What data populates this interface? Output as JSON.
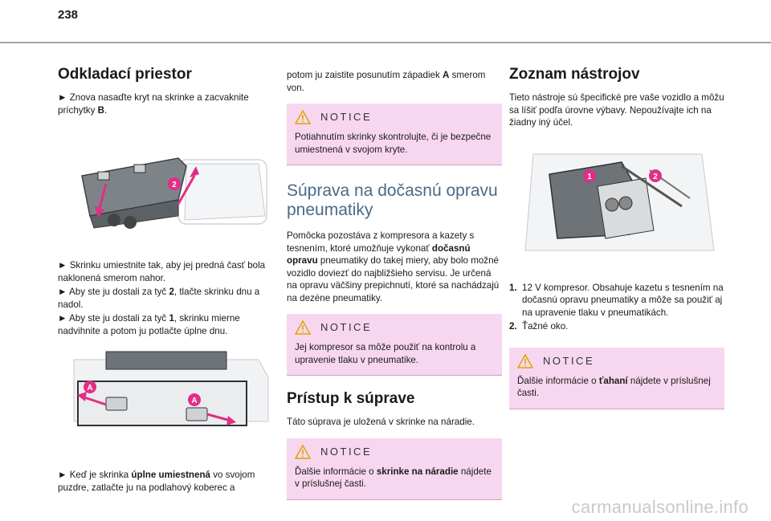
{
  "page_number": "238",
  "col1": {
    "heading": "Odkladací priestor",
    "p1_a": "► Znova nasaďte kryt na skrinke a zacvaknite príchytky ",
    "p1_b": "B",
    "p1_c": ".",
    "figure1_labels": [
      "2"
    ],
    "p2": "► Skrinku umiestnite tak, aby jej predná časť bola naklonená smerom nahor.",
    "p3_a": "► Aby ste ju dostali za tyč ",
    "p3_b": "2",
    "p3_c": ", tlačte skrinku dnu a nadol.",
    "p4_a": "► Aby ste ju dostali za tyč ",
    "p4_b": "1",
    "p4_c": ", skrinku mierne nadvihnite a potom ju potlačte úplne dnu.",
    "figure2_labels": [
      "A",
      "A"
    ],
    "p5_a": "► Keď je skrinka ",
    "p5_b": "úplne umiestnená",
    "p5_c": " vo svojom puzdre, zatlačte ju na podlahový koberec a"
  },
  "col2": {
    "p1_a": "potom ju zaistite posunutím západiek ",
    "p1_b": "A",
    "p1_c": " smerom von.",
    "notice1_title": "NOTICE",
    "notice1_text": "Potiahnutím skrinky skontrolujte, či je bezpečne umiestnená v svojom kryte.",
    "heading_light": "Súprava na dočasnú opravu pneumatiky",
    "p2_a": "Pomôcka pozostáva z kompresora a kazety s tesnením, ktoré umožňuje vykonať ",
    "p2_b": "dočasnú opravu",
    "p2_c": " pneumatiky do takej miery, aby bolo možné vozidlo doviezť do najbližšieho servisu. Je určená na opravu väčšiny prepichnutí, ktoré sa nachádzajú na dezéne pneumatiky.",
    "notice2_title": "NOTICE",
    "notice2_text": "Jej kompresor sa môže použiť na kontrolu a upravenie tlaku v pneumatike.",
    "heading2": "Prístup k súprave",
    "p3": "Táto súprava je uložená v skrinke na náradie.",
    "notice3_title": "NOTICE",
    "notice3_a": "Ďalšie informácie o ",
    "notice3_b": "skrinke na náradie",
    "notice3_c": " nájdete v príslušnej časti."
  },
  "col3": {
    "heading": "Zoznam nástrojov",
    "p1": "Tieto nástroje sú špecifické pre vaše vozidlo a môžu sa líšiť podľa úrovne výbavy. Nepoužívajte ich na žiadny iný účel.",
    "figure_labels": [
      "1",
      "2"
    ],
    "item1_num": "1.",
    "item1_text": "12 V kompresor. Obsahuje kazetu s tesnením na dočasnú opravu pneumatiky a môže sa použiť aj na upravenie tlaku v pneumatikách.",
    "item2_num": "2.",
    "item2_text": "Ťažné oko.",
    "notice_title": "NOTICE",
    "notice_a": "Ďalšie informácie o ",
    "notice_b": "ťahaní",
    "notice_c": " nájdete v príslušnej časti."
  },
  "watermark": "carmanualsonline.info",
  "colors": {
    "notice_bg": "#f7d7ef",
    "marker": "#e02f87",
    "heading_light": "#4a6a86"
  }
}
